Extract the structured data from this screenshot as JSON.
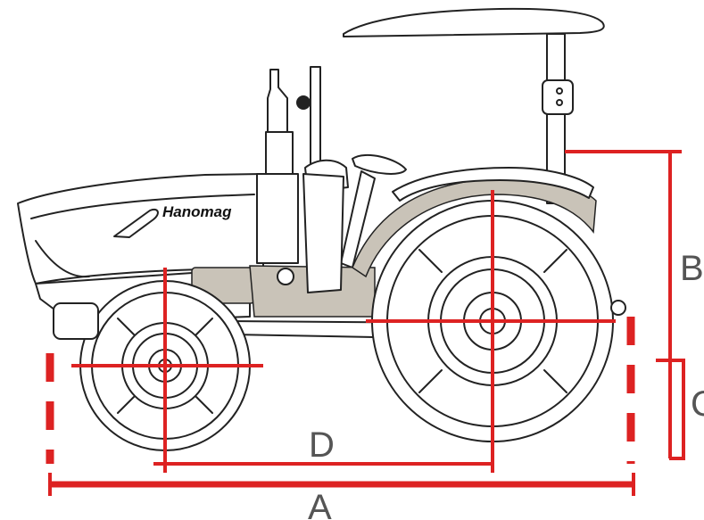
{
  "diagram": {
    "brand_text": "Hanomag",
    "dimension_labels": {
      "a": "A",
      "b": "B",
      "c": "C",
      "d": "D"
    },
    "colors": {
      "dimension_line": "#dd2222",
      "outline": "#222222",
      "fender_fill": "#c9c3b8"
    }
  }
}
